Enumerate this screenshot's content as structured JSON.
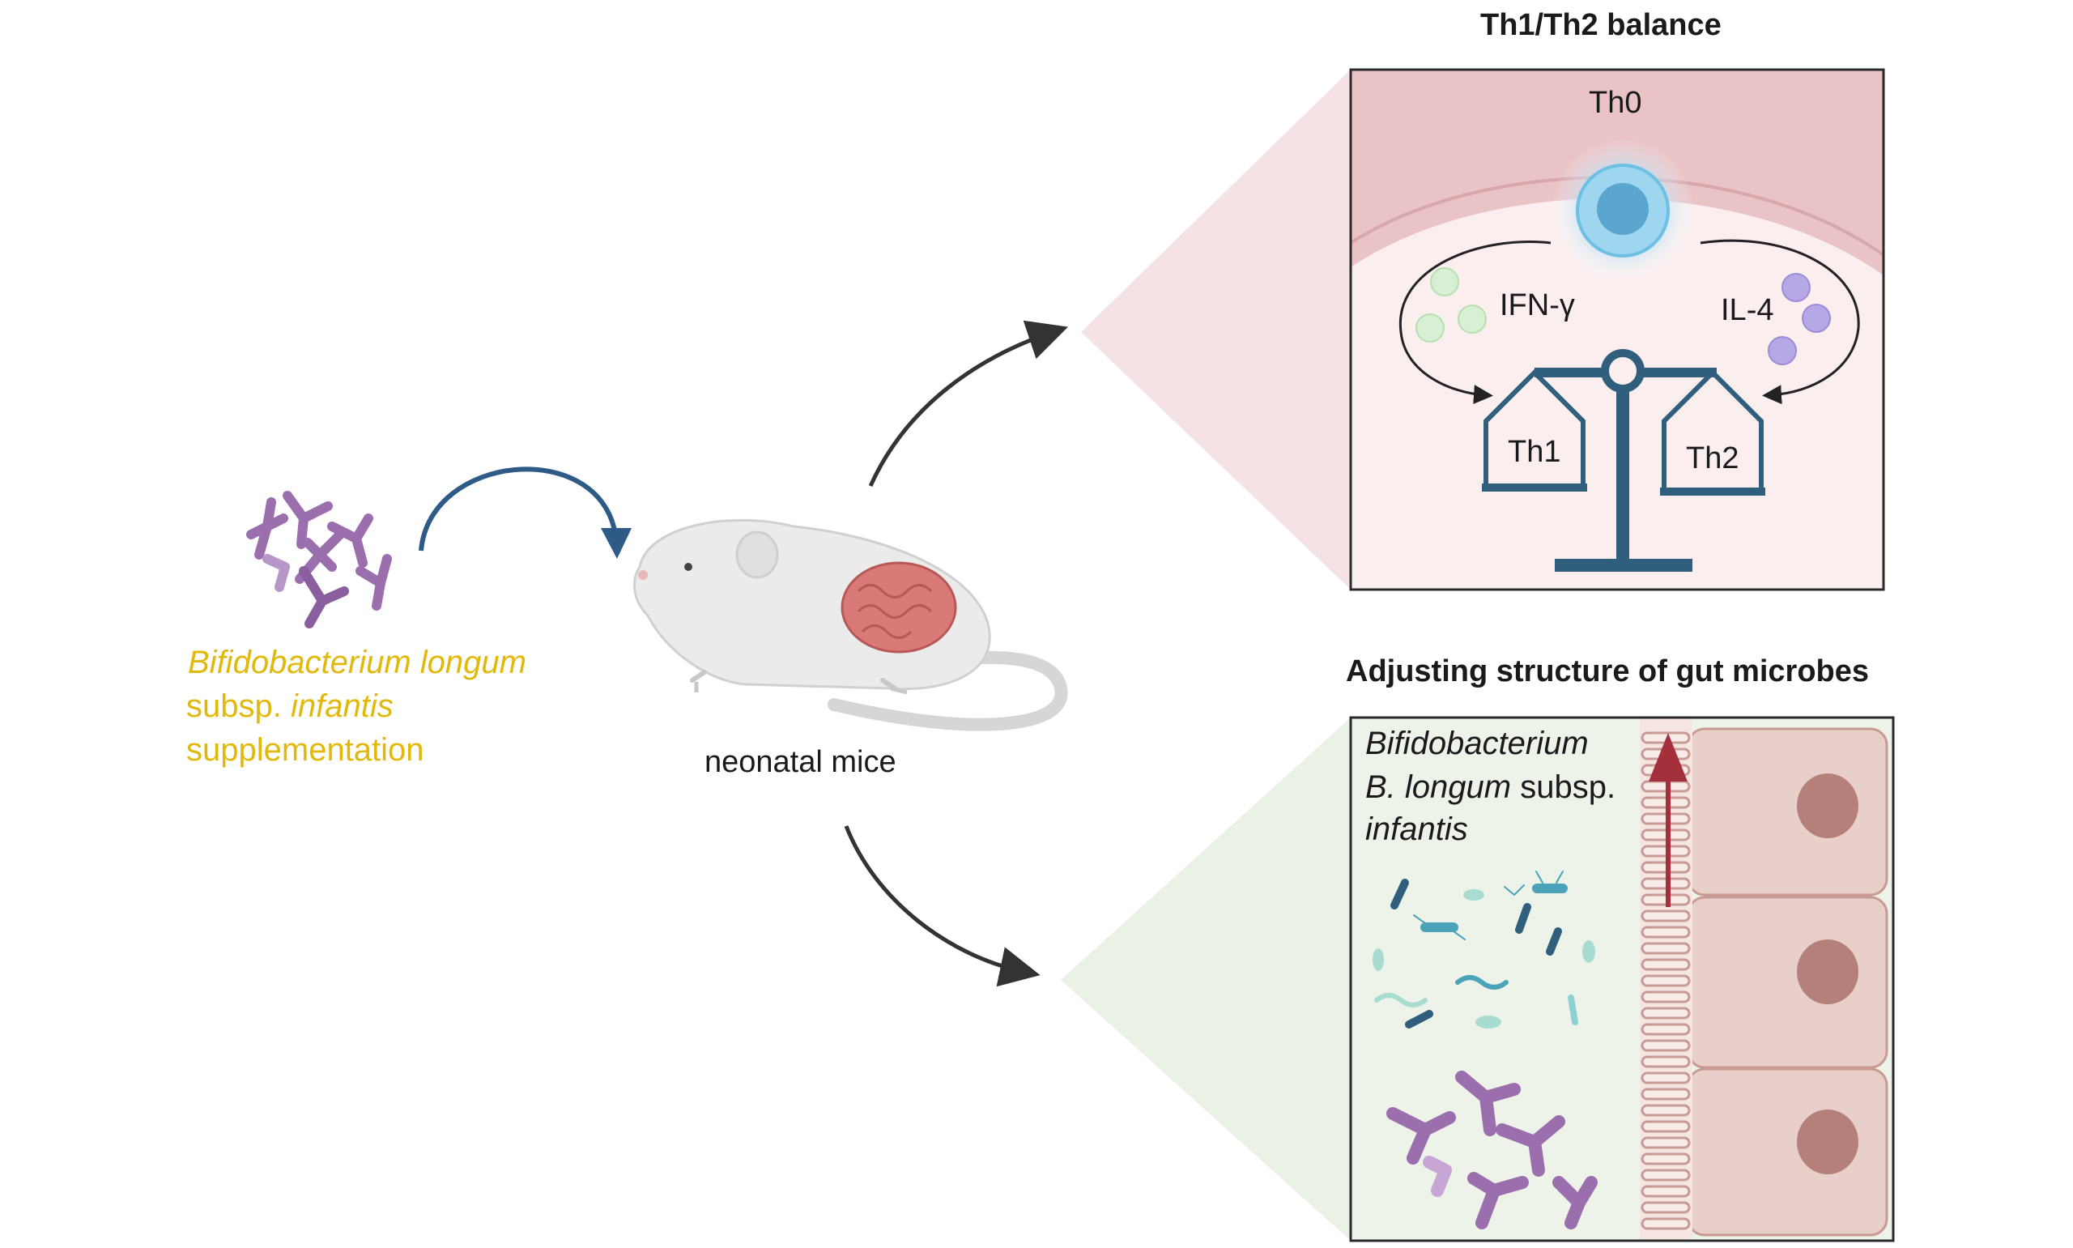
{
  "figure": {
    "left": {
      "supplement_line1_italic": "Bifidobacterium longum",
      "supplement_line2_prefix": "subsp. ",
      "supplement_line2_italic": "infantis",
      "supplement_line3": "supplementation",
      "mouse_label": "neonatal mice"
    },
    "top_panel": {
      "title": "Th1/Th2 balance",
      "th0_label": "Th0",
      "ifn_label": "IFN-γ",
      "il4_label": "IL-4",
      "th1_label": "Th1",
      "th2_label": "Th2"
    },
    "bottom_panel": {
      "title": "Adjusting structure of gut microbes",
      "line1": "Bifidobacterium",
      "line2_italic": "B. longum",
      "line2_plain": " subsp.",
      "line3": "infantis"
    },
    "colors": {
      "yellow_text": "#e2b80a",
      "purple_bacteria": "#9b6fae",
      "blue_arrow": "#2d5b86",
      "scale": "#2f5f7c",
      "red_arrow": "#a3303a",
      "pink_bg": "#e9c3c6",
      "green_bg": "#edf3e8",
      "cell_fill": "#e8cfc9",
      "nucleus": "#b48079"
    }
  }
}
